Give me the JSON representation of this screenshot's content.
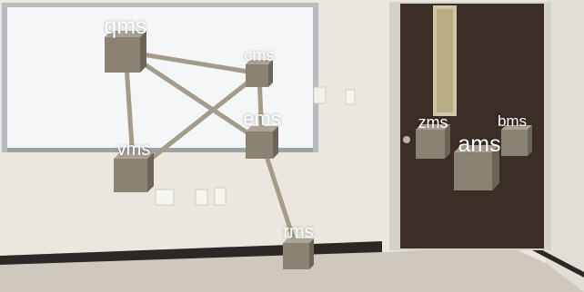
{
  "scene": {
    "view": "AR room view with 3D node graph",
    "nodes": [
      {
        "id": "qms",
        "label": "qms"
      },
      {
        "id": "cms",
        "label": "cms"
      },
      {
        "id": "ems",
        "label": "ems"
      },
      {
        "id": "vms",
        "label": "vms"
      },
      {
        "id": "rms",
        "label": "rms"
      },
      {
        "id": "zms",
        "label": "zms"
      },
      {
        "id": "ams",
        "label": "ams"
      },
      {
        "id": "bms",
        "label": "bms"
      }
    ],
    "edges": [
      [
        "qms",
        "cms"
      ],
      [
        "qms",
        "vms"
      ],
      [
        "qms",
        "ems"
      ],
      [
        "cms",
        "vms"
      ],
      [
        "cms",
        "ems"
      ],
      [
        "ems",
        "rms"
      ]
    ]
  },
  "colors": {
    "wall": "#ebe7df",
    "whiteboard": "#f4f6f8",
    "door": "#3a2e26",
    "floor": "#cfc9bd",
    "cube_front": "#8a8373",
    "cube_top": "#aca596",
    "cube_side": "#6b6558",
    "edge": "#a39c8a",
    "label": "#ffffff"
  }
}
